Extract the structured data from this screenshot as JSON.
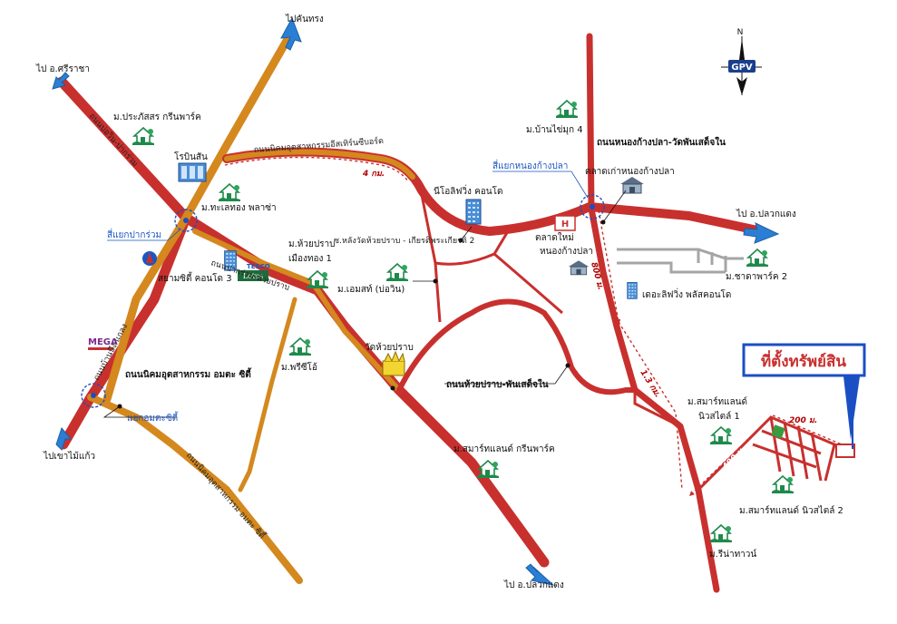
{
  "colors": {
    "highway": "#c8302e",
    "secondary": "#d4881e",
    "minor": "#c8302e",
    "arrow": "#2a7fd4",
    "house": "#1e8a4a",
    "dashed": "#c8302e",
    "target_box": "#1a4fc4"
  },
  "compass": {
    "north": "N",
    "brand": "GPV"
  },
  "directions": {
    "khan_song": "ไปคันทรง",
    "sriracha": "ไป อ.ศรีราชา",
    "pluak_daeng_east": "ไป อ.ปลวกแดง",
    "khao_mai_kaew": "ไปเขาไม้แก้ว",
    "pluak_daeng_south": "ไป อ.ปลวกแดง"
  },
  "roads": {
    "industrial_road_top": "ถนนนิคมอุตสาหกรรมอีสเทิร์นซีบอร์ด",
    "nongkangpla_road": "ถนนหนองก้างปลา-วัดพันเสด็จใน",
    "huaiprab_road": "ถนนห้วยปราบ-พันเสด็จใน",
    "amata_road_label": "ถนนนิคมอุตสาหกรรม อมตะ ซิตี้",
    "amata_road_diag": "ถนนนิคมอุตสาหกรรม อมตะ ซิตี้",
    "pakruam_huaiprab": "ถนนปากร่วม-ห้วยปราบ",
    "sukhumvit_left": "ถนนบ้านบึง-แกลง",
    "left_diag_top": "ถนนบ่อวิน-ปากร่วม",
    "soi_label": "ซ.หลังวัดห้วยปราบ - เกียรติพระเกียรติ 2"
  },
  "distances": {
    "d4km": "4 กม.",
    "d800m": "800 ม.",
    "d13km": "1.3 กม.",
    "d200m": "200 ม.",
    "d400m": "400 ม."
  },
  "places": {
    "prakassorn": "ม.ประภัสสร กรีนพาร์ค",
    "robinson": "โรบินสัน",
    "thalethong": "ม.ทะเลทอง พลาซ่า",
    "pakruam_junction": "สี่แยกปากร่วม",
    "siam_city": "สยามซิตี้ คอนโด 3",
    "tesco_top": "TESCO",
    "tesco_bottom": "Lotus",
    "mega": "MEGA",
    "amata_industrial": "ถนนนิคมอุตสาหกรรม อมตะ ซิตี้",
    "amata_junction": "แยกอมตะซิตี้",
    "huaiprab_mueangthong": "ม.ห้วยปราบ",
    "mueangthong1": "เมืองทอง 1",
    "m_amsat": "ม.เอมสท์ (บ่อวิน)",
    "m_prichi": "ม.พรีซีโอ้",
    "wat_huaiprab": "วัดห้วยปราบ",
    "ne_living_condo": "นีโอลิฟวิ่ง คอนโด",
    "nongkangpla_junction": "สี่แยกหนองก้างปลา",
    "old_market": "ตลาดเก่าหนองก้างปลา",
    "new_market": "ตลาดใหม่",
    "nongkangpla": "หนองก้างปลา",
    "ban_chaimuk": "ม.บ้านไข่มุก 4",
    "chada_park": "ม.ชาดาพาร์ค 2",
    "the_living_plus": "เดอะลิฟวิ่ง พลัสคอนโด",
    "smartland_green": "ม.สมาร์ทแลนด์ กรีนพาร์ค",
    "smartland_niwat1_a": "ม.สมาร์ทแลนด์",
    "smartland_niwat1_b": "นิวสไตล์ 1",
    "smartland_niwat2": "ม.สมาร์ทแลนด์ นิวสไตล์ 2",
    "m_rinatown": "ม.รีน่าทาวน์",
    "property_location": "ที่ตั้งทรัพย์สิน"
  }
}
